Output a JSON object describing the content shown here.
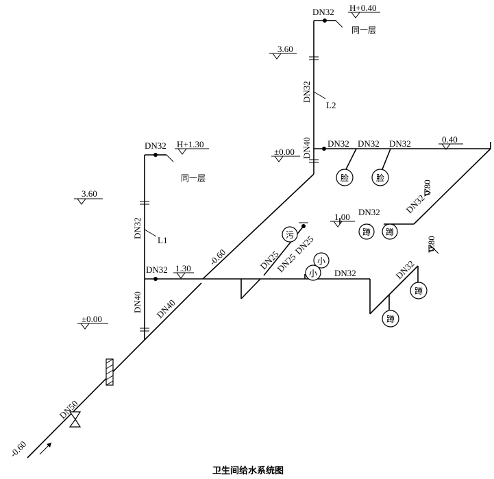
{
  "title": "卫生间给水系统图",
  "labels": {
    "dn50": "DN50",
    "dn40_main": "DN40",
    "dn40_riser1": "DN40",
    "dn32_riser1": "DN32",
    "dn32_top1": "DN32",
    "dn32_branch1": "DN32",
    "dn40_riser2": "DN40",
    "dn32_riser2": "DN32",
    "dn32_top2": "DN32",
    "dn32_upper_a": "DN32",
    "dn32_upper_b": "DN32",
    "dn32_upper_c": "DN32",
    "dn32_diag_upper": "DN32",
    "dn32_squat_upper": "DN32",
    "dn25_a": "DN25",
    "dn25_b": "DN25",
    "dn25_c": "DN25",
    "dn32_lower": "DN32",
    "dn32_lower_diag": "DN32"
  },
  "elevations": {
    "entry": "-0.60",
    "ground1": "±0.00",
    "floor1": "3.60",
    "tap1": "H+1.30",
    "branch1": "1.30",
    "diag": "-0.60",
    "ground2": "±0.00",
    "floor2": "3.60",
    "tap2": "H+0.40",
    "upper_branch": "0.40",
    "squat_upper": "0.80",
    "squat_mid": "1.00",
    "squat_lower": "0.80"
  },
  "risers": {
    "l1": "L1",
    "l2": "L2"
  },
  "notes": {
    "same_floor_1": "同一层",
    "same_floor_2": "同一层"
  },
  "fixtures": {
    "basin1": "脸",
    "basin2": "脸",
    "squat1": "蹲",
    "squat2": "蹲",
    "squat3": "蹲",
    "squat4": "蹲",
    "urinal1": "小",
    "urinal2": "小",
    "mop_sink": "污"
  }
}
